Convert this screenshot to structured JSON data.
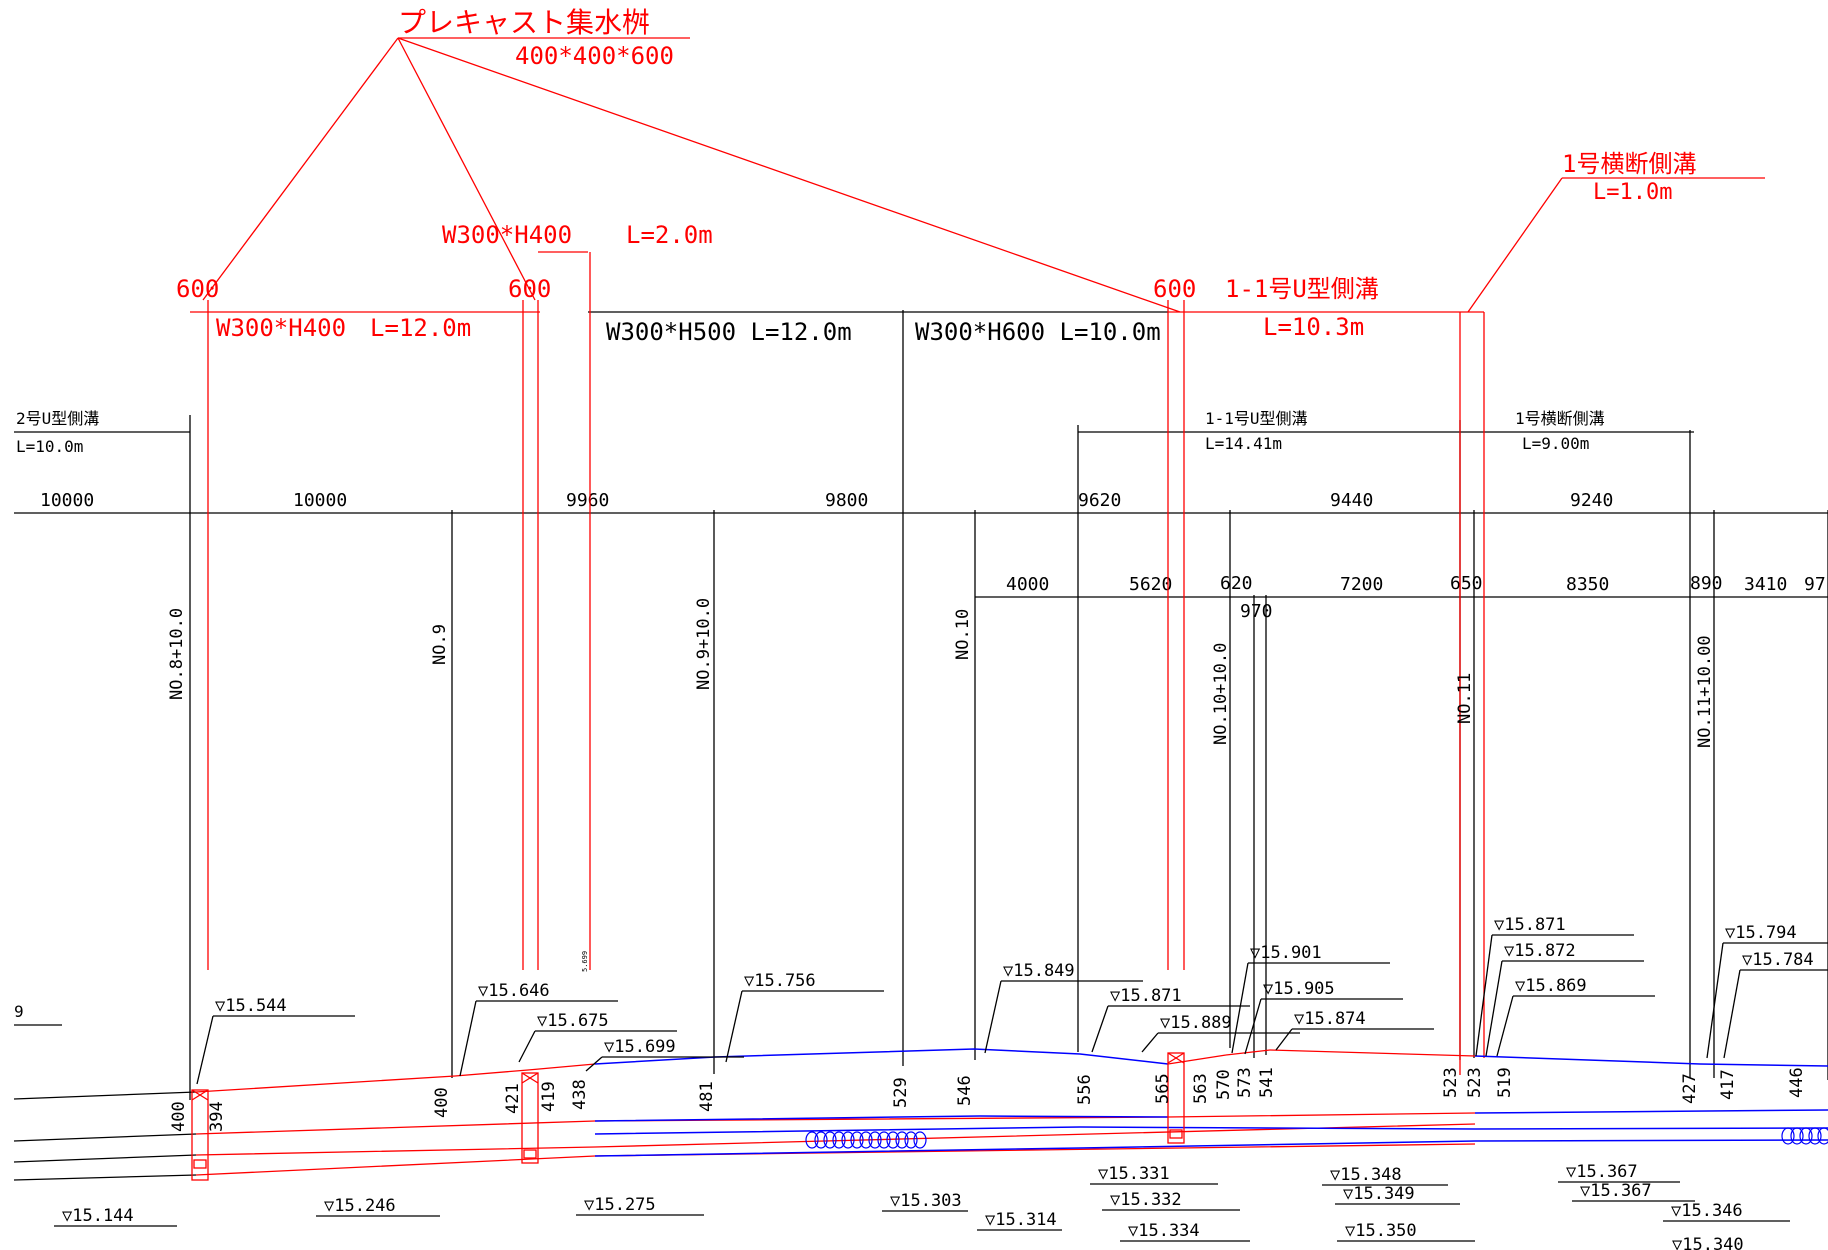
{
  "colors": {
    "line": "#000000",
    "accent": "#ff0000",
    "water": "#0000ff",
    "background": "#ffffff"
  },
  "red_labels": {
    "catch_basin_title": "プレキャスト集水桝",
    "catch_basin_size": "400*400*600",
    "basin_width_1": "600",
    "basin_width_2": "600",
    "basin_width_3": "600",
    "ditch_a": "W300*H400　L=12.0m",
    "ditch_b": "W300*H400",
    "ditch_b_len": "L=2.0m",
    "u_ditch_11_title": "1-1号U型側溝",
    "u_ditch_11_len": "L=10.3m",
    "cross_ditch_title": "1号横断側溝",
    "cross_ditch_len": "L=1.0m"
  },
  "black_labels": {
    "ditch_c": "W300*H500 L=12.0m",
    "ditch_d": "W300*H600 L=10.0m",
    "u2_title": "2号U型側溝",
    "u2_len": "L=10.0m",
    "u11_title": "1-1号U型側溝",
    "u11_len": "L=14.41m",
    "cross_title": "1号横断側溝",
    "cross_len": "L=9.00m"
  },
  "spans_row1": [
    "10000",
    "10000",
    "9960",
    "9800",
    "9620",
    "9440",
    "9240"
  ],
  "spans_row2": [
    "4000",
    "5620",
    "620",
    "970",
    "7200",
    "650",
    "8350",
    "890",
    "3410",
    "97"
  ],
  "stations": [
    "NO.8+10.0",
    "NO.9",
    "NO.9+10.0",
    "NO.10",
    "NO.10+10.0",
    "NO.11",
    "NO.11+10.00"
  ],
  "depths": [
    "400",
    "394",
    "400",
    "421",
    "419",
    "438",
    "481",
    "529",
    "546",
    "556",
    "565",
    "563",
    "570",
    "573",
    "541",
    "523",
    "523",
    "519",
    "427",
    "417",
    "446"
  ],
  "top_elevations": [
    "▽15.544",
    "▽15.646",
    "▽15.675",
    "▽15.699",
    "▽15.756",
    "▽15.849",
    "▽15.871",
    "▽15.889",
    "▽15.901",
    "▽15.905",
    "▽15.874",
    "▽15.871",
    "▽15.872",
    "▽15.869",
    "▽15.794",
    "▽15.784"
  ],
  "bottom_elevations": [
    "▽15.144",
    "▽15.246",
    "▽15.275",
    "▽15.303",
    "▽15.314",
    "▽15.331",
    "▽15.332",
    "▽15.334",
    "▽15.348",
    "▽15.349",
    "▽15.350",
    "▽15.367",
    "▽15.367",
    "▽15.346",
    "▽15.340"
  ],
  "misc": {
    "left_edge_num": "9",
    "tiny_note": "5.699"
  }
}
